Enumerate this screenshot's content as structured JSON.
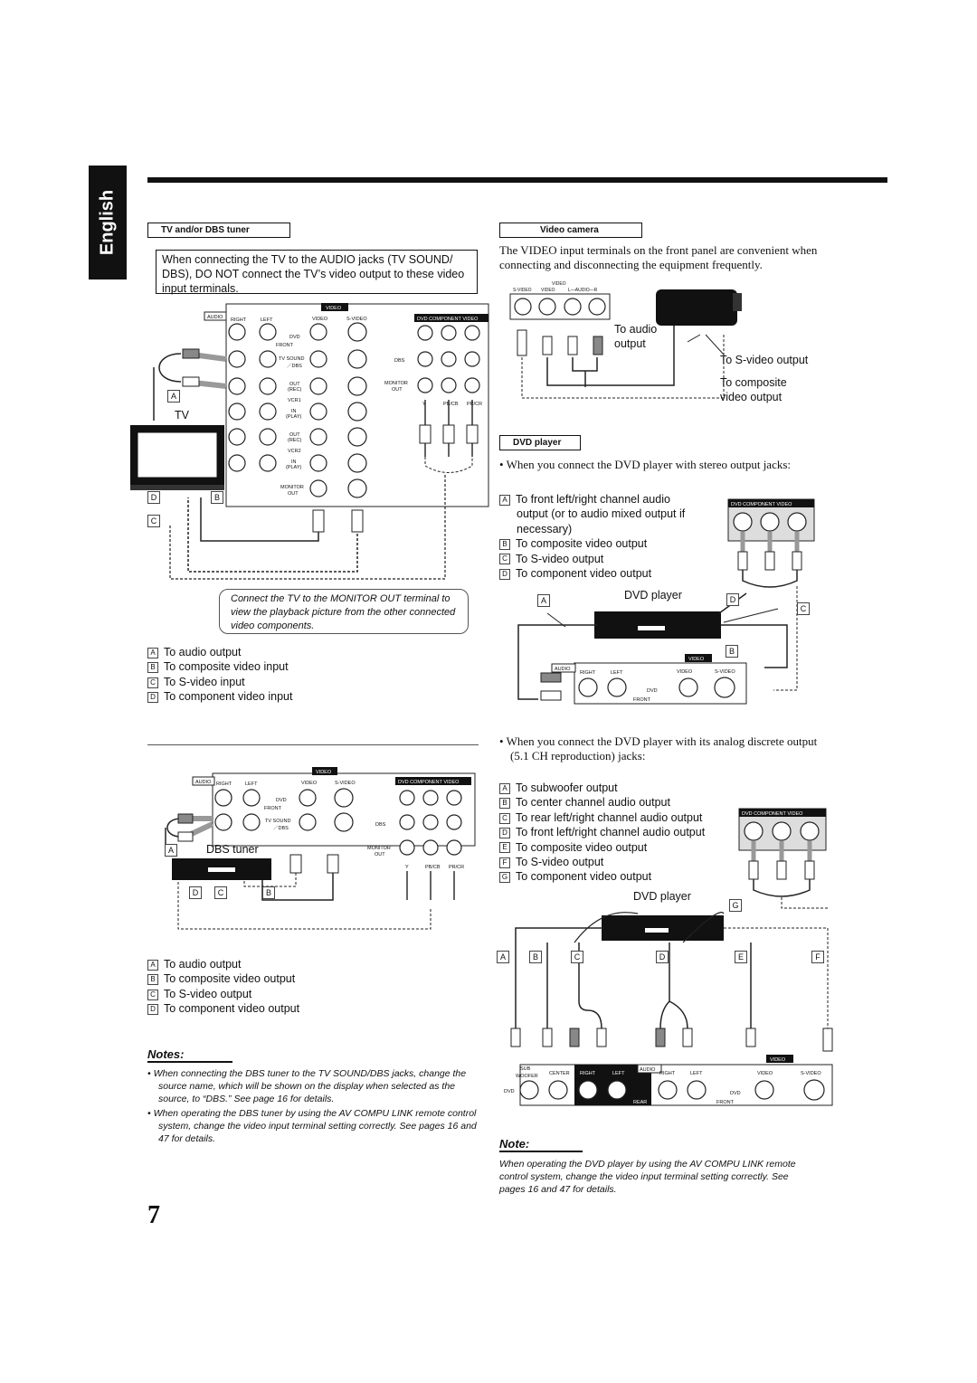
{
  "side_tab": {
    "label": "English"
  },
  "left_top": {
    "section_title": "TV and/or DBS tuner",
    "warning": "When connecting the TV to the AUDIO jacks (TV SOUND/ DBS), DO NOT connect the TV’s video output to these video input terminals.",
    "device_label": "TV",
    "callout": "Connect the TV to the MONITOR OUT terminal to view the playback picture from the other connected video components.",
    "legend": [
      "To audio output",
      "To composite video input",
      "To S-video input",
      "To component video input"
    ]
  },
  "left_bottom": {
    "device_label": "DBS tuner",
    "legend": [
      "To audio output",
      "To composite video output",
      "To S-video output",
      "To component video output"
    ],
    "notes_title": "Notes:",
    "notes": [
      "When connecting the DBS tuner to the TV SOUND/DBS jacks, change the source name, which will be shown on the display when selected as the source, to “DBS.” See page 16 for details.",
      "When operating the DBS tuner by using the AV COMPU LINK remote control system, change the video input terminal setting correctly. See pages 16 and 47 for details."
    ]
  },
  "right_top": {
    "section_title": "Video camera",
    "intro": "The VIDEO input terminals on the front panel are convenient when connecting and disconnecting the equipment frequently.",
    "front_labels": {
      "video": "VIDEO",
      "svideo": "S-VIDEO",
      "video2": "VIDEO",
      "audio": "L—AUDIO—R"
    },
    "to_audio": "To audio",
    "output": "output",
    "to_svideo_output": "To S-video output",
    "to_composite": "To composite",
    "video_output": "video output"
  },
  "right_mid": {
    "section_title": "DVD player",
    "bullet": "When you connect the DVD player with stereo output jacks:",
    "legend": [
      "To front left/right channel audio",
      "output (or to audio mixed output if",
      "necessary)",
      "To composite video output",
      "To S-video output",
      "To component video output"
    ],
    "device_label": "DVD player"
  },
  "right_bottom": {
    "bullet_line1": "When you connect the DVD player with its analog discrete output",
    "bullet_line2": "(5.1 CH reproduction) jacks:",
    "legend": [
      "To subwoofer output",
      "To center channel audio output",
      "To rear left/right channel audio output",
      "To front left/right channel audio output",
      "To composite video output",
      "To S-video output",
      "To component video output"
    ],
    "device_label": "DVD player",
    "note_title": "Note:",
    "note": "When operating the DVD player by using the AV COMPU LINK remote control system, change the video input terminal setting correctly. See pages 16 and 47 for details."
  },
  "panel_labels": {
    "audio": "AUDIO",
    "video": "VIDEO",
    "right": "RIGHT",
    "left": "LEFT",
    "svideo": "S-VIDEO",
    "dvd": "DVD",
    "front": "FRONT",
    "tv_sound": "TV SOUND",
    "dbs_slash": "／DBS",
    "dbs": "DBS",
    "out": "OUT",
    "rec": "(REC)",
    "vcr1": "VCR1",
    "vcr2": "VCR2",
    "in": "IN",
    "play": "(PLAY)",
    "monitor": "MONITOR",
    "component_video": "COMPONENT VIDEO",
    "y": "Y",
    "pb": "PB/CB",
    "pr": "PR/CR",
    "sub": "SUB",
    "woofer": "WOOFER",
    "center": "CENTER",
    "rear": "REAR"
  },
  "letters": [
    "A",
    "B",
    "C",
    "D",
    "E",
    "F",
    "G"
  ],
  "page_number": "7"
}
